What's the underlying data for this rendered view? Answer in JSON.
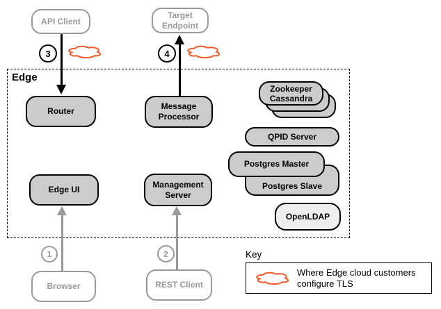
{
  "colors": {
    "box_fill": "#cccccc",
    "light_box_fill": "#eeeeee",
    "gray_stroke": "#999999",
    "tls_cloud_orange": "#F15B29",
    "black": "#000000"
  },
  "nodes": {
    "api_client": {
      "label": "API Client"
    },
    "target_endpoint": {
      "line1": "Target",
      "line2": "Endpoint"
    },
    "edge_group": {
      "label": "Edge"
    },
    "router": {
      "label": "Router"
    },
    "message_processor": {
      "line1": "Message",
      "line2": "Processor"
    },
    "zookeeper_stack": {
      "line1": "Zookeeper",
      "line2": "Cassandra"
    },
    "qpid": {
      "label": "QPID Server"
    },
    "postgres_master": {
      "label": "Postgres Master"
    },
    "postgres_slave": {
      "label": "Postgres Slave"
    },
    "openldap": {
      "label": "OpenLDAP"
    },
    "edge_ui": {
      "label": "Edge UI"
    },
    "management_server": {
      "line1": "Management",
      "line2": "Server"
    },
    "browser": {
      "label": "Browser"
    },
    "rest_client": {
      "label": "REST Client"
    }
  },
  "markers": {
    "m1": "1",
    "m2": "2",
    "m3": "3",
    "m4": "4"
  },
  "key": {
    "title": "Key",
    "cloud_meaning_line1": "Where Edge cloud customers",
    "cloud_meaning_line2": "configure TLS"
  }
}
